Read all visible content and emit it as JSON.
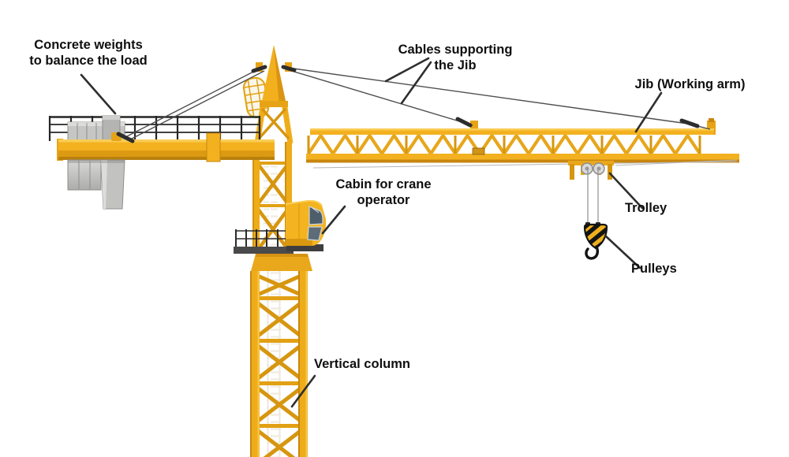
{
  "diagram": {
    "subject": "Tower crane labeled parts diagram",
    "background_color": "#ffffff",
    "colors": {
      "crane_yellow": "#F3B120",
      "crane_yellow_shadow": "#C8860F",
      "crane_yellow_dark": "#D6960F",
      "concrete_gray": "#C6C6C4",
      "railing_black": "#262626",
      "cable_gray": "#4F4F4F",
      "leader_line": "#2E2E2E",
      "cabin_window": "#4E5D6A",
      "label_text": "#0F0F0F"
    },
    "labels": {
      "concrete_weights": {
        "line1": "Concrete weights",
        "line2": "to balance the load"
      },
      "cables_supporting_jib": {
        "line1": "Cables supporting",
        "line2": "the Jib"
      },
      "jib_working_arm": {
        "line1": "Jib (Working arm)"
      },
      "cabin": {
        "line1": "Cabin for crane",
        "line2": "operator"
      },
      "trolley": {
        "line1": "Trolley"
      },
      "pulleys": {
        "line1": "Pulleys"
      },
      "vertical_column": {
        "line1": "Vertical column"
      }
    }
  }
}
